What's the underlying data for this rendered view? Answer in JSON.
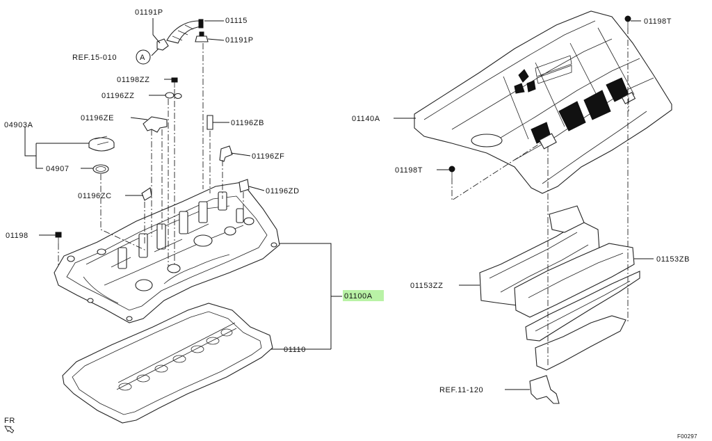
{
  "callouts": {
    "p01191p_top": "01191P",
    "p01115": "01115",
    "p01191p_right": "01191P",
    "ref15": "REF.15-010",
    "circle_a": "A",
    "p01198zz": "01198ZZ",
    "p01196zz": "01196ZZ",
    "p01196ze": "01196ZE",
    "p01196zb": "01196ZB",
    "p04903a": "04903A",
    "p01196zf": "01196ZF",
    "p04907": "04907",
    "p01196zc": "01196ZC",
    "p01196zd": "01196ZD",
    "p01198": "01198",
    "p01100a": "01100A",
    "p01110": "01110",
    "p01198t_top": "01198T",
    "p01140a": "01140A",
    "p01198t_left": "01198T",
    "p01153zb": "01153ZB",
    "p01153zz": "01153ZZ",
    "ref11": "REF.11-120",
    "fr": "FR",
    "figure_code": "F00297"
  },
  "colors": {
    "highlight": "#b9f2a6",
    "line": "#111111"
  },
  "highlighted_part": "01100A"
}
